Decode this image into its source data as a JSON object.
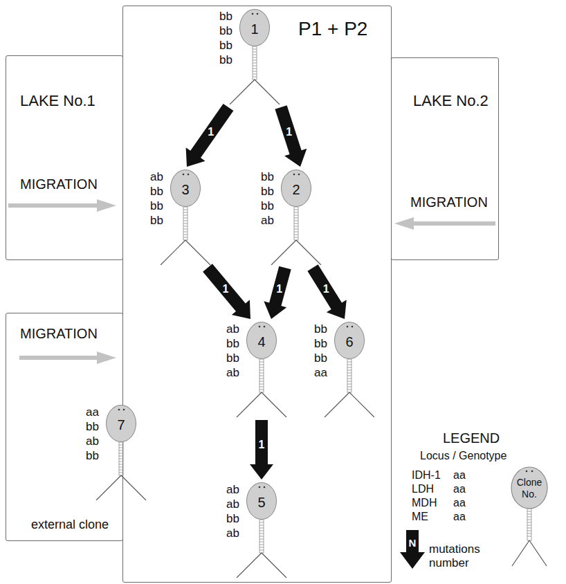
{
  "diagram": {
    "nodes": [
      {
        "text": [
          "P1 + P2"
        ]
      },
      {
        "text": [
          "LAKE No.1",
          "MIGRATION"
        ]
      },
      {
        "text": [
          "LAKE No.2",
          "MIGRATION"
        ]
      },
      {
        "text": [
          "MIGRATION"
        ]
      },
      {
        "text": [
          "1",
          "bb bb bb bb"
        ],
        "in": 0
      },
      {
        "text": [
          "3",
          "ab bb bb bb"
        ],
        "in": 0
      },
      {
        "text": [
          "2",
          "bb bb bb ab"
        ],
        "in": 0
      },
      {
        "text": [
          "4",
          "ab bb bb ab"
        ],
        "in": 0
      },
      {
        "text": [
          "6",
          "bb bb bb aa"
        ],
        "in": 0
      },
      {
        "text": [
          "5",
          "ab ab bb ab"
        ],
        "in": 0
      },
      {
        "text": [
          "7",
          "aa bb ab bb",
          "external clone"
        ],
        "in": 3
      }
    ],
    "edges": [
      {
        "from": 4,
        "to": 5,
        "label": "1",
        "arrow": "to"
      },
      {
        "from": 4,
        "to": 6,
        "label": "1",
        "arrow": "to"
      },
      {
        "from": 5,
        "to": 7,
        "label": "1",
        "arrow": "to"
      },
      {
        "from": 6,
        "to": 7,
        "label": "1",
        "arrow": "to"
      },
      {
        "from": 6,
        "to": 8,
        "label": "1",
        "arrow": "to"
      },
      {
        "from": 7,
        "to": 9,
        "label": "1",
        "arrow": "to"
      }
    ],
    "labels": [
      "LEGEND",
      "Locus / Genotype",
      "IDH-1",
      "LDH",
      "MDH",
      "ME",
      "aa",
      "aa",
      "aa",
      "aa",
      "N"
    ],
    "legend": [
      {
        "text": "Clone No."
      },
      {
        "text": "mutations number"
      }
    ]
  }
}
